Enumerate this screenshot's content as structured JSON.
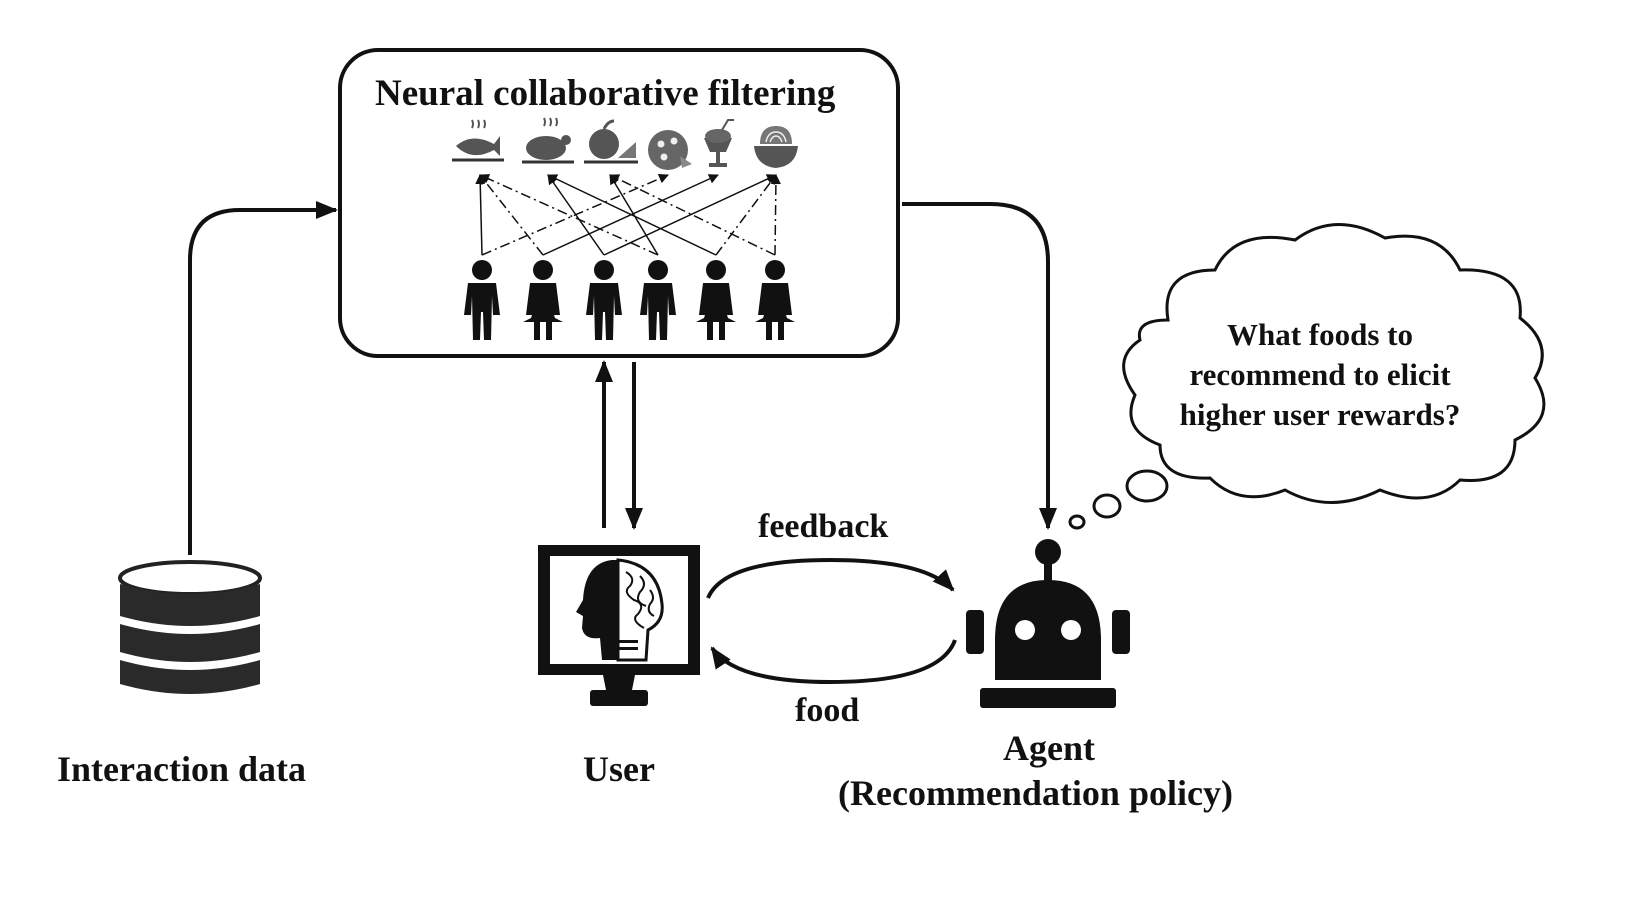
{
  "ncf": {
    "title": "Neural collaborative filtering",
    "food_icons": [
      "fish-dish-icon",
      "roast-chicken-icon",
      "fruit-plate-icon",
      "pizza-icon",
      "ice-cream-icon",
      "noodle-bowl-icon"
    ],
    "user_icons": [
      "person-icon",
      "person-dress-icon",
      "person-icon",
      "person-icon",
      "person-dress-icon",
      "person-dress-icon"
    ]
  },
  "database": {
    "label": "Interaction data",
    "icon": "database-icon"
  },
  "user": {
    "label": "User",
    "icon": "monitor-head-icon"
  },
  "loop": {
    "feedback": "feedback",
    "food": "food"
  },
  "agent": {
    "label": "Agent",
    "sublabel": "(Recommendation policy)",
    "icon": "robot-icon"
  },
  "thought": {
    "lines": [
      "What foods to",
      "recommend to elicit",
      "higher user rewards?"
    ]
  },
  "colors": {
    "ink": "#111111",
    "background": "#ffffff"
  }
}
